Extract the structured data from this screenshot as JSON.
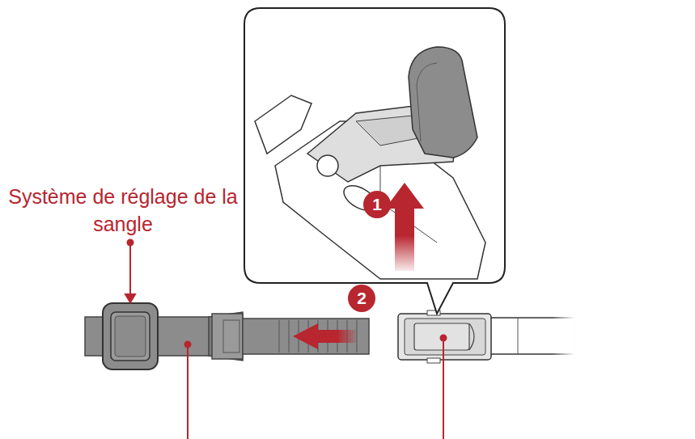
{
  "diagram": {
    "labels": [
      "Système de réglage de la sangle",
      "1",
      "2"
    ]
  }
}
